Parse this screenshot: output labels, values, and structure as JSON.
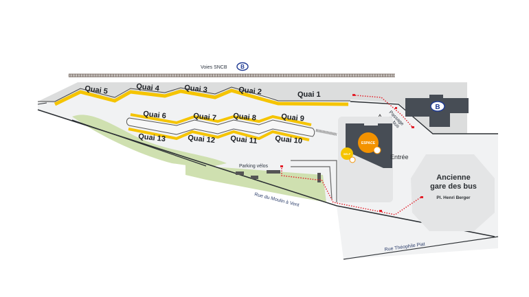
{
  "map": {
    "rail_label": "Voies SNCB",
    "sncb_logo": "B",
    "platforms_outer": [
      "Quai 5",
      "Quai 4",
      "Quai 3",
      "Quai 2",
      "Quai 1"
    ],
    "platforms_inner_top": [
      "Quai 6",
      "Quai 7",
      "Quai 8",
      "Quai 9"
    ],
    "platforms_inner_bottom": [
      "Quai 13",
      "Quai 12",
      "Quai 11",
      "Quai 10"
    ],
    "bike_parking": "Parking vélos",
    "bus_passage": [
      "Passage",
      "de bus"
    ],
    "espace_label": "ESPACE",
    "self_label": "SELF",
    "entrance": "Entrée",
    "old_bus_station": [
      "Ancienne",
      "gare des bus"
    ],
    "square": "Pl. Henri Berger",
    "street_1": "Rue du Moulin à Vent",
    "street_2": "Rue Théophile Piat",
    "colors": {
      "platform": "#f5c400",
      "building": "#474d55",
      "walk_route": "#e3202a",
      "espace": "#f39200",
      "green": "#cfe0b0",
      "ground": "#f1f2f3",
      "band": "#dcdddd"
    }
  }
}
